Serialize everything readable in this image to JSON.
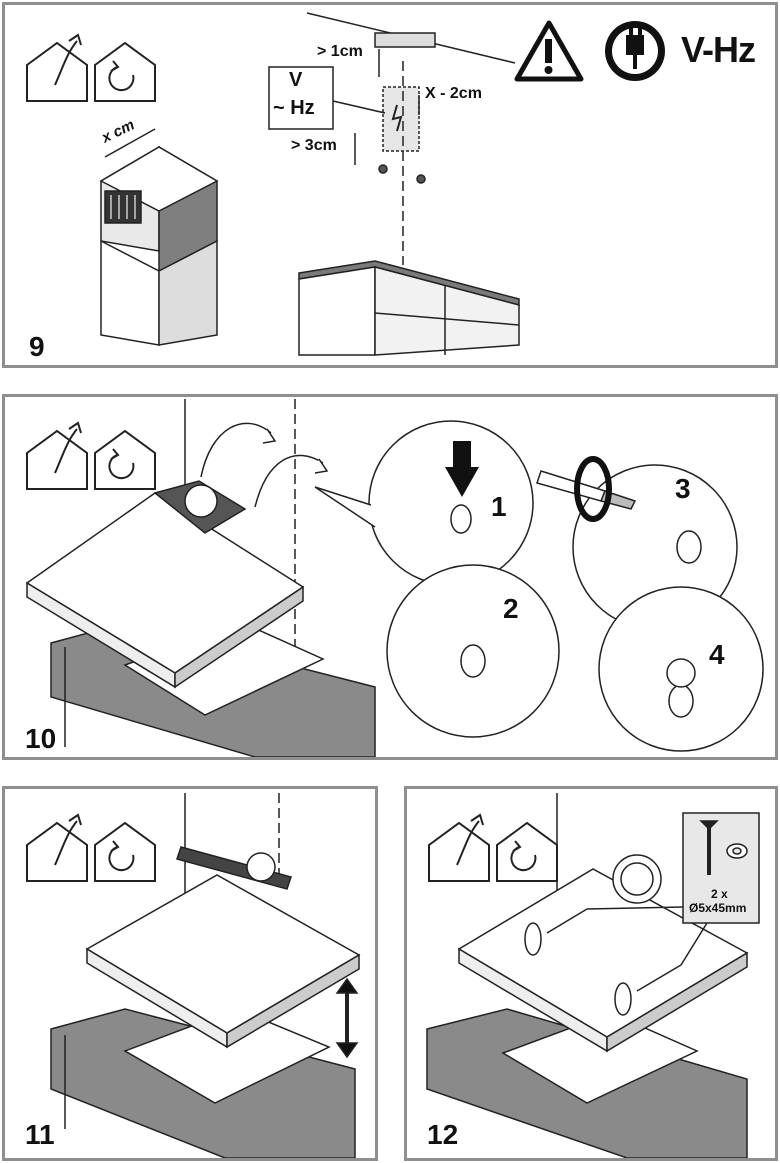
{
  "panels": {
    "p9": {
      "step": "9",
      "x_label": "x cm",
      "above_bracket": "> 1cm",
      "side_offset": "X - 2cm",
      "below_socket": "> 3cm",
      "voltage_v": "V",
      "voltage_hz": "~ Hz",
      "rating": "V-Hz"
    },
    "p10": {
      "step": "10",
      "sub_steps": [
        "1",
        "2",
        "3",
        "4"
      ]
    },
    "p11": {
      "step": "11"
    },
    "p12": {
      "step": "12",
      "screw_qty": "2 x",
      "screw_size": "Ø5x45mm"
    }
  },
  "icons": [
    "house-outlet-icon",
    "house-recirculation-icon",
    "warning-icon",
    "plug-icon",
    "arrow-icon",
    "screwdriver-icon"
  ]
}
